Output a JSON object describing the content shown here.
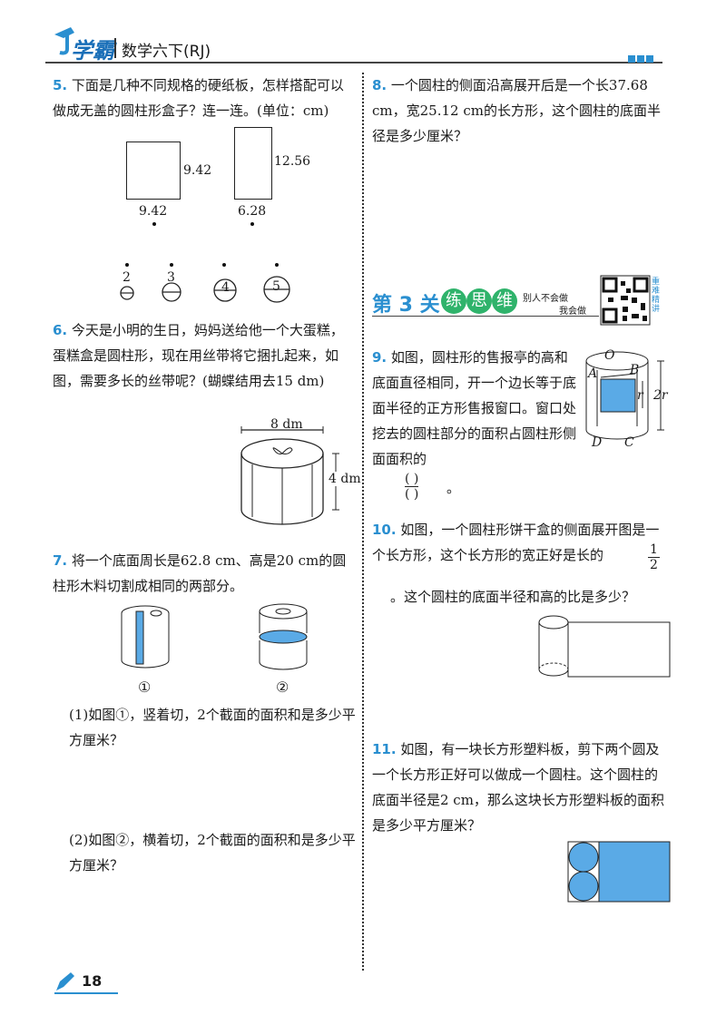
{
  "header": {
    "brand": "学霸",
    "subtitle": "数学六下(RJ)"
  },
  "q5": {
    "num": "5.",
    "text": "下面是几种不同规格的硬纸板，怎样搭配可以做成无盖的圆柱形盒子？连一连。(单位：cm)",
    "square_side": "9.42",
    "square_bottom": "9.42",
    "rect_height": "12.56",
    "rect_bottom": "6.28",
    "circles": [
      "2",
      "3",
      "4",
      "5"
    ]
  },
  "q6": {
    "num": "6.",
    "text": "今天是小明的生日，妈妈送给他一个大蛋糕，蛋糕盒是圆柱形，现在用丝带将它捆扎起来，如图，需要多长的丝带呢？(蝴蝶结用去15 dm)",
    "diameter": "8 dm",
    "height": "4 dm"
  },
  "q7": {
    "num": "7.",
    "text": "将一个底面周长是62.8 cm、高是20 cm的圆柱形木料切割成相同的两部分。",
    "fig1": "①",
    "fig2": "②",
    "sub1": "(1)如图①，竖着切，2个截面的面积和是多少平方厘米？",
    "sub2": "(2)如图②，横着切，2个截面的面积和是多少平方厘米？"
  },
  "q8": {
    "num": "8.",
    "text": "一个圆柱的侧面沿高展开后是一个长37.68 cm，宽25.12 cm的长方形，这个圆柱的底面半径是多少厘米？"
  },
  "section": {
    "title": "第 3 关",
    "badge": [
      "练",
      "思",
      "维"
    ],
    "note1": "别人不会做",
    "note2": "我会做",
    "qr_label": "重难精讲"
  },
  "q9": {
    "num": "9.",
    "text": "如图，圆柱形的售报亭的高和底面直径相同，开一个边长等于底面半径的正方形售报窗口。窗口处挖去的圆柱部分的面积占圆柱形侧面面积的",
    "frac": "(      )",
    "end": "。",
    "labels": {
      "O": "O",
      "A": "A",
      "B": "B",
      "C": "C",
      "D": "D",
      "r": "r",
      "h": "2r"
    }
  },
  "q10": {
    "num": "10.",
    "text": "如图，一个圆柱形饼干盒的侧面展开图是一个长方形，这个长方形的宽正好是长的",
    "frac_num": "1",
    "frac_den": "2",
    "text2": "。这个圆柱的底面半径和高的比是多少？"
  },
  "q11": {
    "num": "11.",
    "text": "如图，有一块长方形塑料板，剪下两个圆及一个长方形正好可以做成一个圆柱。这个圆柱的底面半径是2 cm，那么这块长方形塑料板的面积是多少平方厘米？"
  },
  "footer": {
    "page": "18"
  },
  "colors": {
    "accent": "#2a8fd0",
    "fill_blue": "#5aaae6",
    "section_green": "#2fb36b"
  }
}
